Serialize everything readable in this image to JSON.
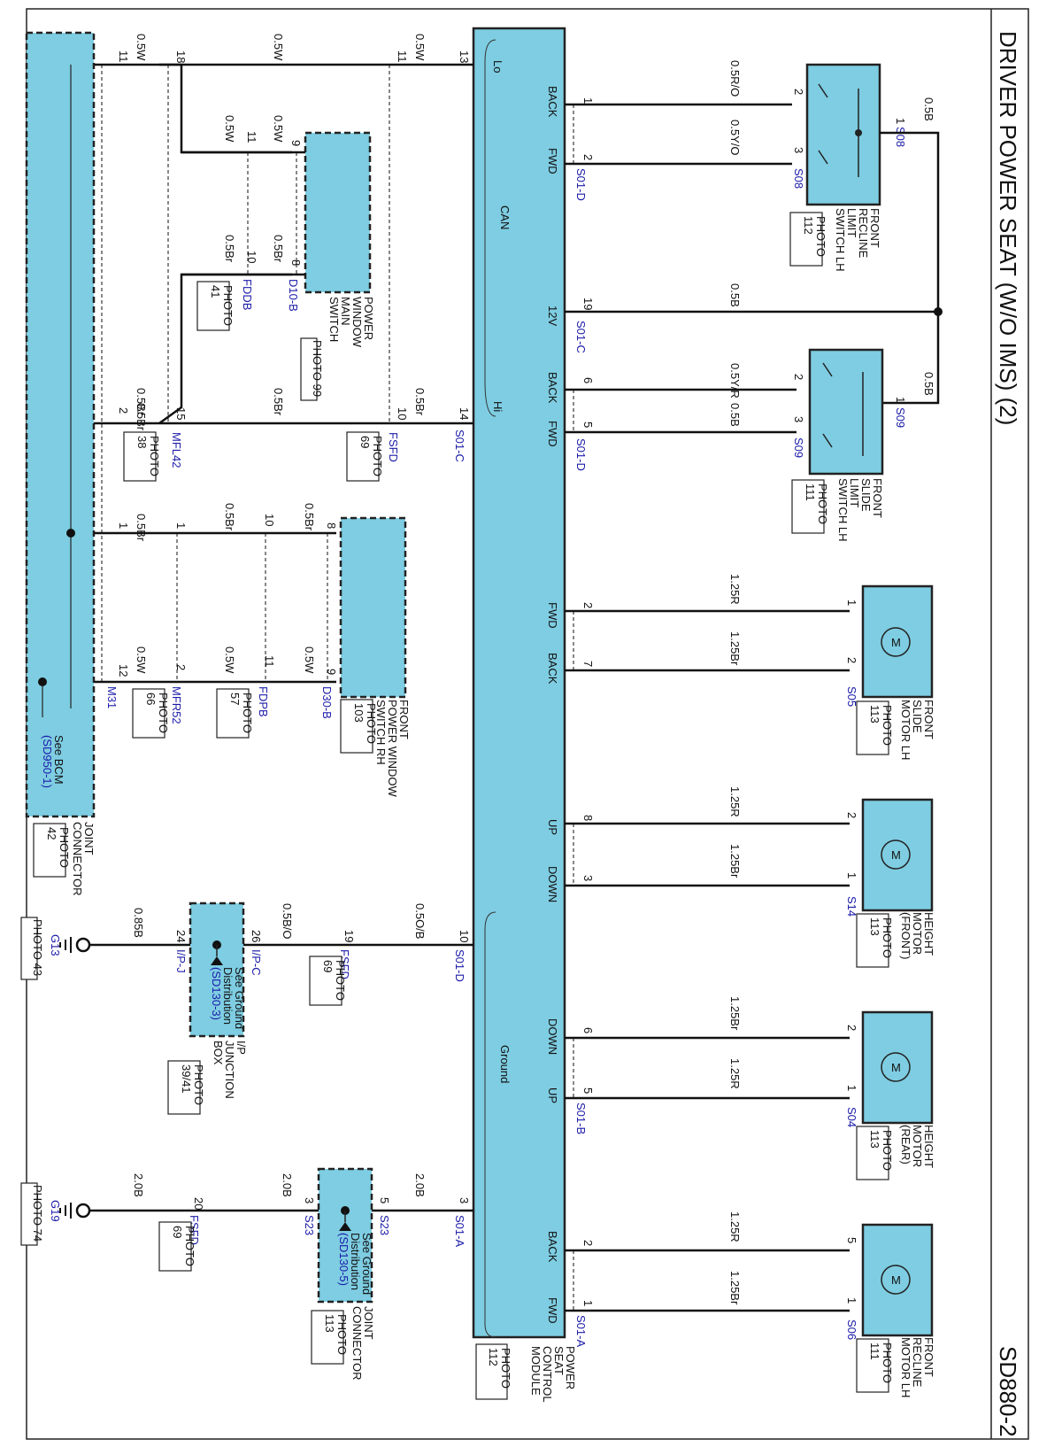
{
  "title": "DRIVER POWER SEAT (W/O IMS) (2)",
  "page_code": "SD880-2",
  "module": {
    "name": [
      "POWER",
      "SEAT",
      "CONTROL",
      "MODULE"
    ],
    "photo": [
      "PHOTO",
      "112"
    ],
    "internal": {
      "can": "CAN",
      "ground": "Ground",
      "lo": "Lo",
      "hi": "Hi"
    },
    "right_pins": [
      {
        "func": "BACK",
        "pin": "1",
        "wire": "0.5R/O"
      },
      {
        "func": "FWD",
        "pin": "2",
        "wire": "0.5Y/O",
        "conn": "S01-D"
      },
      {
        "func": "12V",
        "pin": "19",
        "wire": "0.5B",
        "conn": "S01-C"
      },
      {
        "func": "BACK",
        "pin": "6",
        "wire": "0.5Y/R"
      },
      {
        "func": "FWD",
        "pin": "5",
        "wire": "0.5B",
        "conn": "S01-D"
      },
      {
        "func": "FWD",
        "pin": "2",
        "wire": "1.25R"
      },
      {
        "func": "BACK",
        "pin": "7",
        "wire": "1.25Br"
      },
      {
        "func": "UP",
        "pin": "8",
        "wire": "1.25R"
      },
      {
        "func": "DOWN",
        "pin": "3",
        "wire": "1.25Br"
      },
      {
        "func": "DOWN",
        "pin": "6",
        "wire": "1.25Br"
      },
      {
        "func": "UP",
        "pin": "5",
        "wire": "1.25R",
        "conn": "S01-B"
      },
      {
        "func": "BACK",
        "pin": "2",
        "wire": "1.25R"
      },
      {
        "func": "FWD",
        "pin": "1",
        "wire": "1.25Br",
        "conn": "S01-A"
      }
    ],
    "left_pins": [
      {
        "pin": "13",
        "wire": "0.5W"
      },
      {
        "pin": "14",
        "wire": "0.5Br",
        "conn": "S01-C"
      },
      {
        "pin": "10",
        "wire": "0.5O/B",
        "conn": "S01-D"
      },
      {
        "pin": "3",
        "wire": "2.0B",
        "conn": "S01-A"
      }
    ]
  },
  "components": {
    "recline_switch": {
      "name": [
        "FRONT",
        "RECLINE",
        "LIMIT",
        "SWITCH LH"
      ],
      "photo": [
        "PHOTO",
        "112"
      ],
      "conn": "S08",
      "pins": [
        "2",
        "3",
        "1"
      ],
      "wire_right": "0.5B"
    },
    "slide_switch": {
      "name": [
        "FRONT",
        "SLIDE",
        "LIMIT",
        "SWITCH LH"
      ],
      "photo": [
        "PHOTO",
        "111"
      ],
      "conn": "S09",
      "pins": [
        "2",
        "3",
        "1"
      ],
      "wire_right": "0.5B"
    },
    "slide_motor": {
      "name": [
        "FRONT",
        "SLIDE",
        "MOTOR LH"
      ],
      "photo": [
        "PHOTO",
        "113"
      ],
      "conn": "S05",
      "pins": [
        "1",
        "2"
      ],
      "symbol": "M"
    },
    "height_front": {
      "name": [
        "HEIGHT",
        "MOTOR",
        "(FRONT)"
      ],
      "photo": [
        "PHOTO",
        "113"
      ],
      "conn": "S14",
      "pins": [
        "2",
        "1"
      ],
      "symbol": "M"
    },
    "height_rear": {
      "name": [
        "HEIGHT",
        "MOTOR",
        "(REAR)"
      ],
      "photo": [
        "PHOTO",
        "113"
      ],
      "conn": "S04",
      "pins": [
        "2",
        "1"
      ],
      "symbol": "M"
    },
    "recline_motor": {
      "name": [
        "FRONT",
        "RECLINE",
        "MOTOR LH"
      ],
      "photo": [
        "PHOTO",
        "111"
      ],
      "conn": "S06",
      "pins": [
        "5",
        "1"
      ],
      "symbol": "M"
    },
    "pw_main": {
      "name": [
        "POWER",
        "WINDOW",
        "MAIN",
        "SWITCH"
      ],
      "photo": "PHOTO 99",
      "conn": "D10-B",
      "pins": [
        "9",
        "8"
      ],
      "wires": [
        "0.5W",
        "0.5Br"
      ]
    },
    "pw_rh": {
      "name": [
        "FRONT",
        "POWER WINDOW",
        "SWITCH RH"
      ],
      "photo": [
        "PHOTO",
        "103"
      ],
      "conn": "D30-B",
      "pins": [
        "8",
        "9"
      ],
      "wires": [
        "0.5Br",
        "0.5W"
      ]
    },
    "joint_connector": {
      "name": [
        "JOINT",
        "CONNECTOR"
      ],
      "photo": [
        "PHOTO",
        "42"
      ],
      "conn": "M31",
      "pins": [
        "11",
        "2",
        "1",
        "12"
      ],
      "wires": [
        "0.5W",
        "0.5Br",
        "0.5Br",
        "0.5W"
      ],
      "see": [
        "See BCM",
        "(SD950-1)"
      ]
    },
    "ip_junction": {
      "name": [
        "I/P",
        "JUNCTION",
        "BOX"
      ],
      "photo": [
        "PHOTO",
        "39/41"
      ],
      "conns": [
        "I/P-C",
        "I/P-J"
      ],
      "pins": [
        "26",
        "24"
      ],
      "see": [
        "See Ground",
        "Distribution",
        "(SD130-3)"
      ]
    },
    "joint_connector2": {
      "name": [
        "JOINT",
        "CONNECTOR"
      ],
      "photo": [
        "PHOTO",
        "113"
      ],
      "conn": "S23",
      "pins": [
        "5",
        "3"
      ],
      "see": [
        "See Ground",
        "Distribution",
        "(SD130-5)"
      ]
    }
  },
  "connectors": [
    {
      "conn": "MFL42",
      "photo": [
        "PHOTO",
        "38"
      ],
      "pins": [
        "18",
        "15"
      ],
      "wires": [
        "0.5W",
        "0.5Br"
      ]
    },
    {
      "conn": "FSFD",
      "photo": [
        "PHOTO",
        "69"
      ],
      "pins": [
        "11",
        "10"
      ],
      "wires": [
        "0.5W",
        "0.5Br"
      ]
    },
    {
      "conn": "FDDB",
      "photo": [
        "PHOTO",
        "41"
      ],
      "pins": [
        "11",
        "10"
      ],
      "wires": [
        "0.5W",
        "0.5Br"
      ]
    },
    {
      "conn": "MFR52",
      "photo": [
        "PHOTO",
        "66"
      ],
      "pins": [
        "1",
        "2"
      ],
      "wires": [
        "0.5Br",
        "0.5W"
      ]
    },
    {
      "conn": "FDPB",
      "photo": [
        "PHOTO",
        "57"
      ],
      "pins": [
        "10",
        "11"
      ],
      "wires": [
        "0.5Br",
        "0.5W"
      ]
    },
    {
      "conn": "FSFD",
      "photo": [
        "PHOTO",
        "69"
      ],
      "pins": [
        "19"
      ],
      "wires": [
        "0.5B/O"
      ]
    },
    {
      "conn": "FSFD",
      "photo": [
        "PHOTO",
        "69"
      ],
      "pins": [
        "20"
      ],
      "wires": [
        "2.0B"
      ]
    }
  ],
  "grounds": [
    {
      "name": "G13",
      "photo": "PHOTO 43",
      "wire": "0.85B"
    },
    {
      "name": "G19",
      "photo": "PHOTO 74",
      "wire": "2.0B"
    }
  ],
  "misc_wires": {
    "s23_in": "2.0B",
    "s23_out": "2.0B",
    "ipc_in": "0.5B/O"
  }
}
